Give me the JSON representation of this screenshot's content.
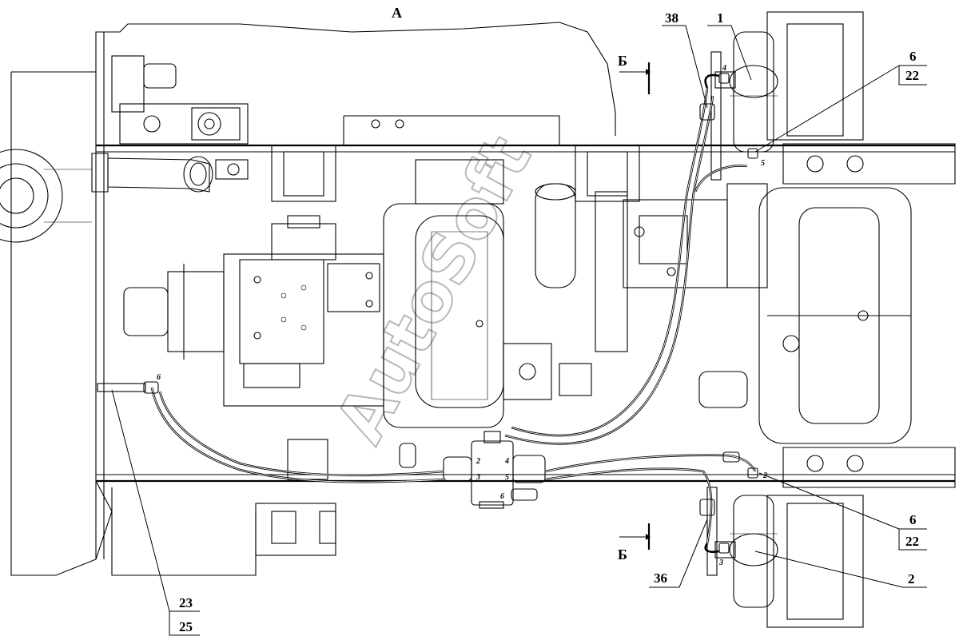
{
  "view_label": "А",
  "section_labels": [
    "Б",
    "Б"
  ],
  "watermark": "AutoSoft",
  "callouts": [
    {
      "id": "38",
      "text": "38"
    },
    {
      "id": "1",
      "text": "1"
    },
    {
      "id": "6a",
      "text": "6"
    },
    {
      "id": "22a",
      "text": "22"
    },
    {
      "id": "6b",
      "text": "6"
    },
    {
      "id": "22b",
      "text": "22"
    },
    {
      "id": "2",
      "text": "2"
    },
    {
      "id": "36",
      "text": "36"
    },
    {
      "id": "23",
      "text": "23"
    },
    {
      "id": "25",
      "text": "25"
    }
  ],
  "port_labels": [
    "4",
    "5",
    "6",
    "2",
    "3",
    "2",
    "4",
    "5",
    "3",
    "6"
  ]
}
